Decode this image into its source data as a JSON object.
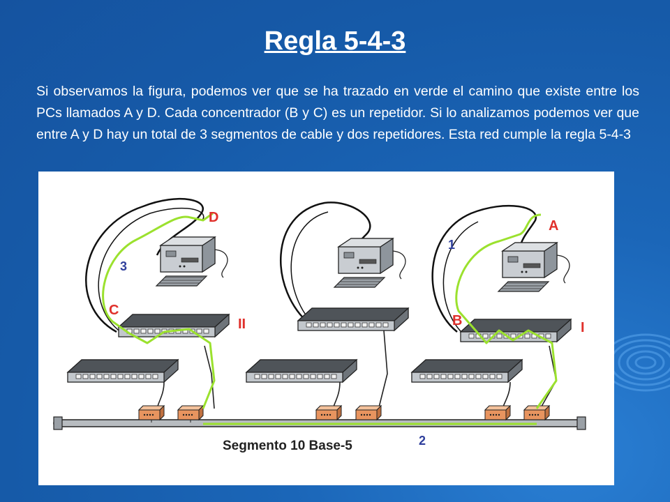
{
  "slide": {
    "title": "Regla 5-4-3",
    "paragraph": "Si observamos la figura, podemos ver que se ha trazado en verde el camino que existe entre los PCs llamados A y D. Cada concentrador (B y C) es un repetidor. Si lo analizamos podemos ver que entre A y D hay un total de 3 segmentos de cable y dos repetidores. Esta red cumple la regla 5-4-3"
  },
  "figure": {
    "labels": {
      "pc_left": "D",
      "pc_right": "A",
      "seg_left": "3",
      "seg_right": "1",
      "seg_bus": "2",
      "hub_left_name": "C",
      "hub_right_name": "B",
      "hub_left_roman": "II",
      "hub_right_roman": "I",
      "bus_caption": "Segmento 10 Base-5"
    },
    "colors": {
      "background": "#1760ae",
      "path_green": "#9be12e",
      "label_red": "#e0302b",
      "label_blue": "#2f3f9c",
      "device_gray": "#a9aeb4",
      "transceiver_orange": "#e8945f"
    }
  }
}
